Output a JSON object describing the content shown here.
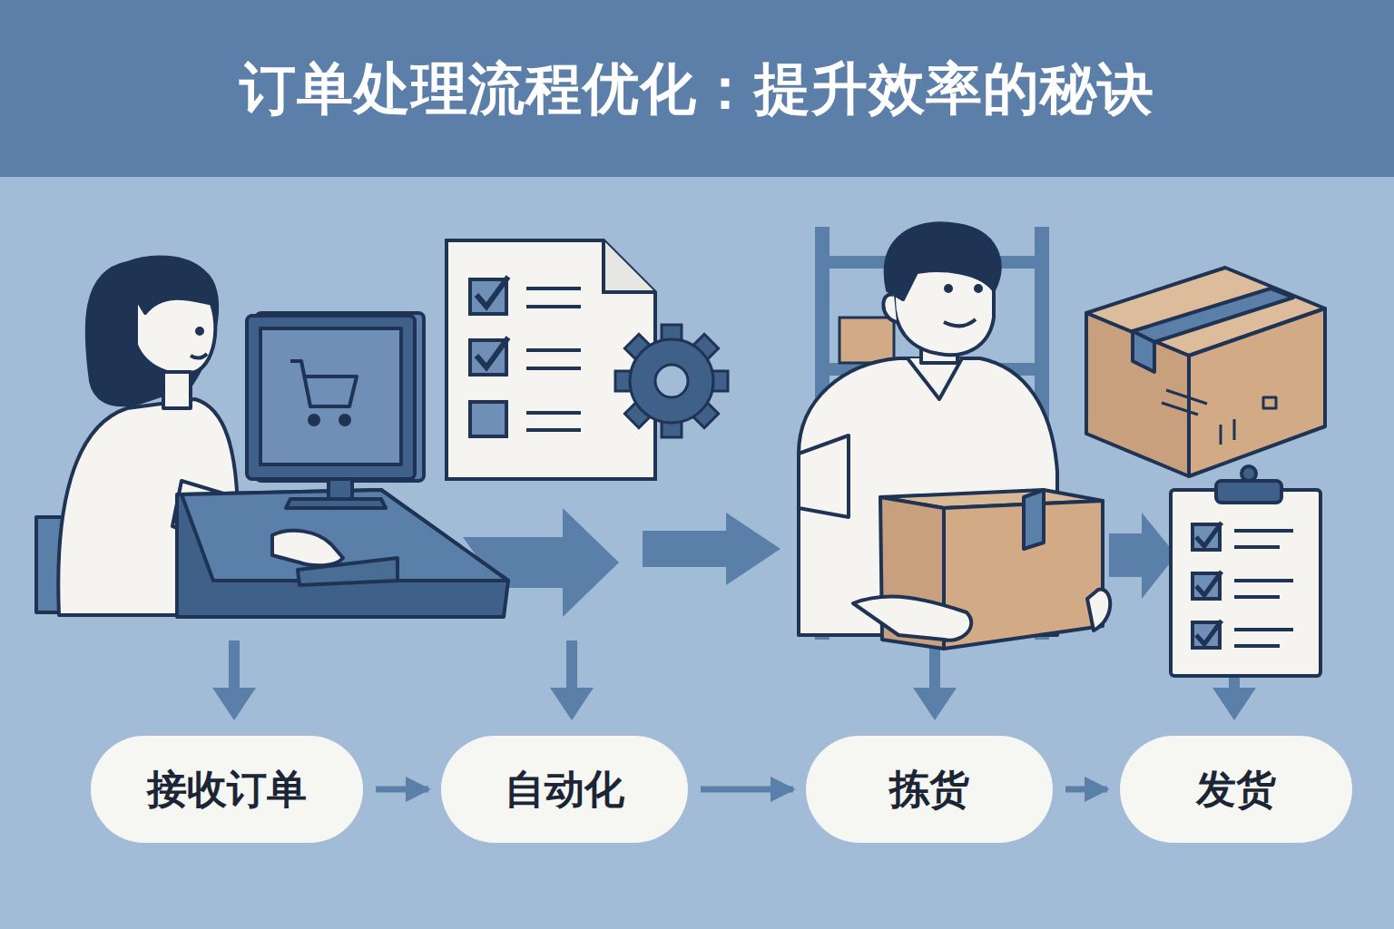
{
  "diagram": {
    "title": "订单处理流程优化：提升效率的秘诀",
    "nodes": [
      {
        "text": [
          "接收订单"
        ]
      },
      {
        "text": [
          "自动化"
        ]
      },
      {
        "text": [
          "拣货"
        ]
      },
      {
        "text": [
          "发货"
        ]
      }
    ],
    "edges": [
      {
        "from": 0,
        "to": 1,
        "arrow": "to"
      },
      {
        "from": 1,
        "to": 2,
        "arrow": "to"
      },
      {
        "from": 2,
        "to": 3,
        "arrow": "to"
      }
    ]
  }
}
